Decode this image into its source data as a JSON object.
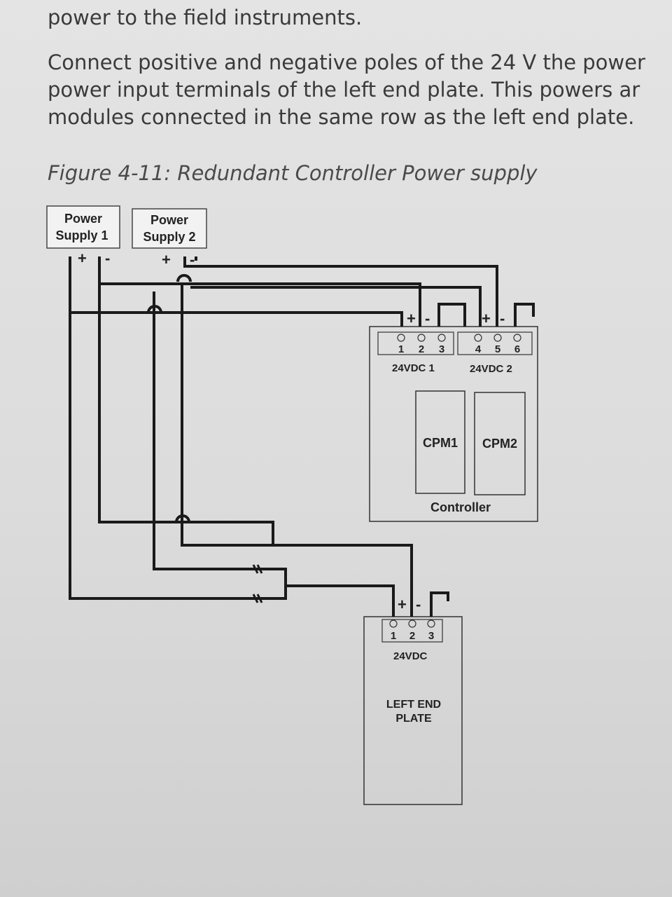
{
  "document": {
    "line1": "power to the field instruments.",
    "paragraph": [
      "Connect positive and negative poles of the 24 V the power",
      "power input terminals of the left end plate. This powers ar",
      "modules connected in the same row as the left end plate."
    ],
    "caption": "Figure 4-11: Redundant Controller Power supply"
  },
  "diagram": {
    "power_supply_1": {
      "line1": "Power",
      "line2": "Supply 1",
      "plus": "+",
      "minus": "-"
    },
    "power_supply_2": {
      "line1": "Power",
      "line2": "Supply 2",
      "plus": "+",
      "minus": "-"
    },
    "controller": {
      "label": "Controller",
      "terminal_block_1": {
        "label": "24VDC 1",
        "numbers": [
          "1",
          "2",
          "3"
        ],
        "plus": "+",
        "minus": "-"
      },
      "terminal_block_2": {
        "label": "24VDC 2",
        "numbers": [
          "4",
          "5",
          "6"
        ],
        "plus": "+",
        "minus": "-"
      },
      "cpm1": "CPM1",
      "cpm2": "CPM2"
    },
    "left_end_plate": {
      "line1": "LEFT END",
      "line2": "PLATE",
      "terminal_block": {
        "label": "24VDC",
        "numbers": [
          "1",
          "2",
          "3"
        ],
        "plus": "+",
        "minus": "-"
      }
    }
  },
  "colors": {
    "wire": "#1a1a1a",
    "box_stroke": "#333333",
    "text": "#3a3a3a"
  }
}
